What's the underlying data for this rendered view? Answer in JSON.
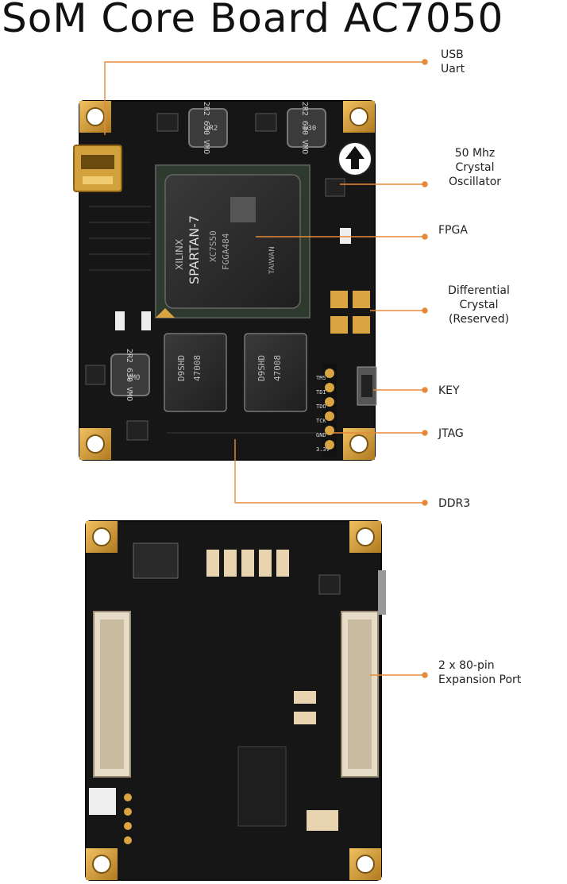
{
  "title": "SoM Core Board AC7050",
  "callouts": {
    "usb_uart": [
      "USB",
      "Uart"
    ],
    "crystal_50": [
      "50 Mhz",
      "Crystal",
      "Oscillator"
    ],
    "fpga": "FPGA",
    "diff_crystal": [
      "Differential",
      "Crystal",
      "(Reserved)"
    ],
    "key": "KEY",
    "jtag": "JTAG",
    "ddr3": "DDR3",
    "expansion": [
      "2 x 80-pin",
      "Expansion Port"
    ]
  },
  "chips": {
    "fpga_brand": "XILINX",
    "fpga_family": "SPARTAN-7",
    "fpga_part": "XC7S50",
    "fpga_pkg": "FGGA484",
    "fpga_origin": "TAIWAN",
    "ddr_top": "D9SHD",
    "ddr_bottom": "47008",
    "inductor_1": "2R2",
    "inductor_2": "630",
    "inductor_3": "VMO"
  },
  "pins": {
    "jtag_pins": [
      "3.3V",
      "GND",
      "TCK",
      "TDO",
      "TDI",
      "TMS"
    ]
  },
  "colors": {
    "pcb": "#141414",
    "pad_gold": "#d9a441",
    "leader": "#e58a3a",
    "chip": "#2b2b2b"
  }
}
